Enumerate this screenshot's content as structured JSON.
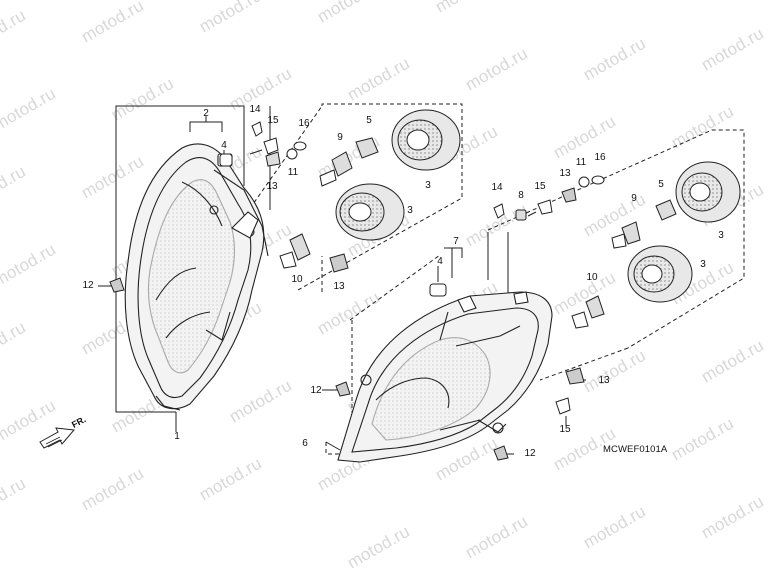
{
  "watermark": "motod.ru",
  "diagram_code": "MCWEF0101A",
  "front_label": "FR.",
  "callouts": {
    "c2": "2",
    "c4a": "4",
    "c14a": "14",
    "c15a": "15",
    "c16a": "16",
    "c9a": "9",
    "c5a": "5",
    "c3a": "3",
    "c3b": "3",
    "c13a": "13",
    "c11a": "11",
    "c10a": "10",
    "c13b": "13",
    "c12a": "12",
    "c1": "1",
    "c14b": "14",
    "c8": "8",
    "c15b": "15",
    "c13c": "13",
    "c11b": "11",
    "c16b": "16",
    "c9b": "9",
    "c5b": "5",
    "c3c": "3",
    "c3d": "3",
    "c7": "7",
    "c4b": "4",
    "c10b": "10",
    "c13d": "13",
    "c12b": "12",
    "c15c": "15",
    "c6": "6",
    "c12c": "12"
  }
}
